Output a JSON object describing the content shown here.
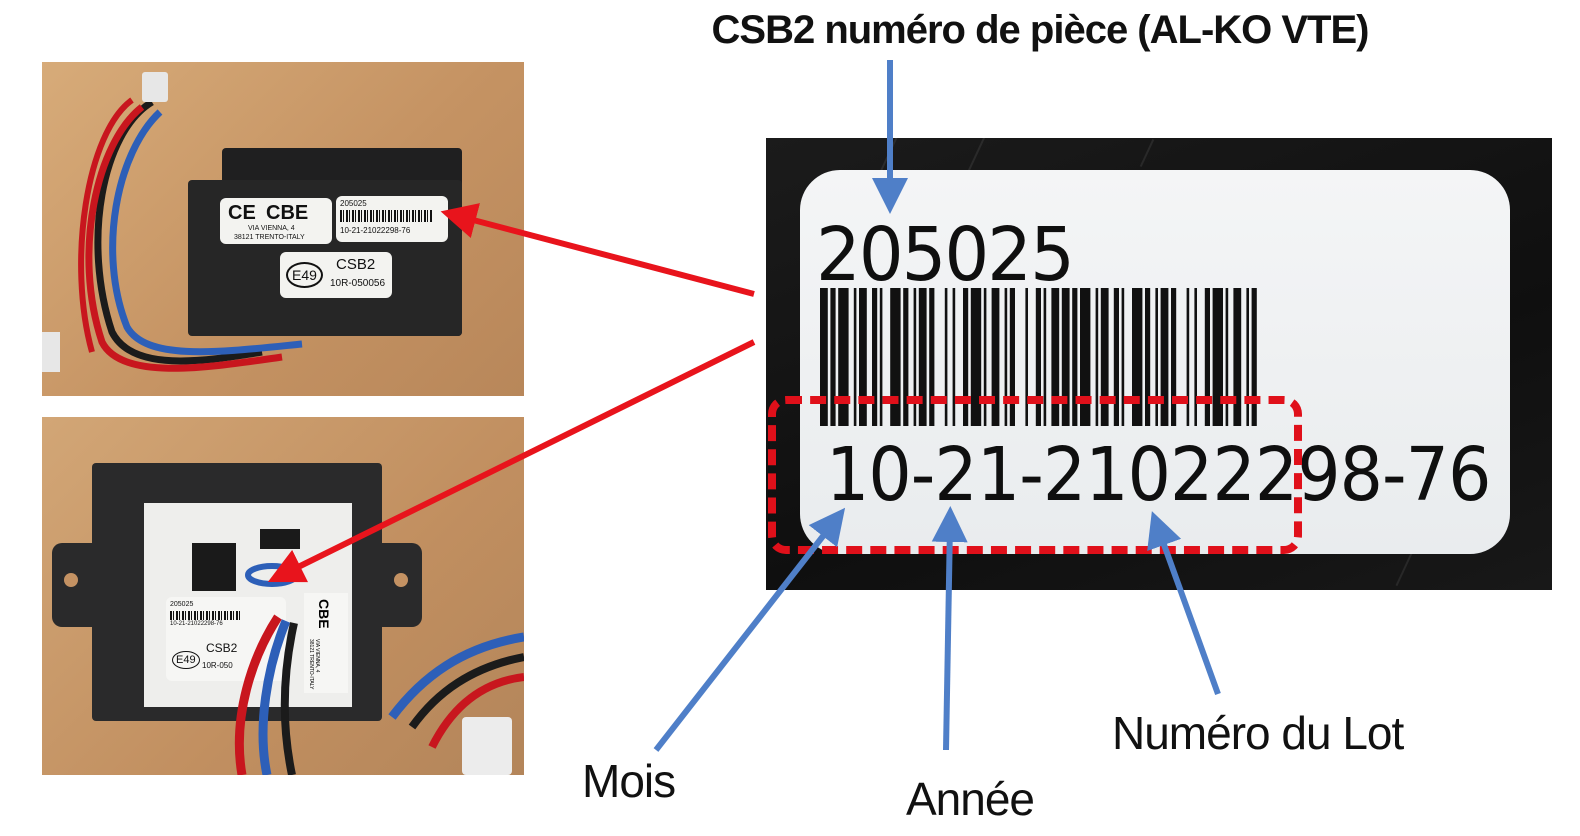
{
  "title": "CSB2 numéro de pièce (AL-KO VTE)",
  "closeup": {
    "part_number": "205025",
    "serial": "10-21-21022298-76"
  },
  "callouts": {
    "month": "Mois",
    "year": "Année",
    "lot": "Numéro du Lot"
  },
  "photo_top_sticker": {
    "ce_mark": "CE",
    "brand": "CBE",
    "address_line1": "VIA VIENNA, 4",
    "address_line2": "38121 TRENTO-ITALY",
    "part_number": "205025",
    "serial": "10-21-21022298-76",
    "e_mark": "E49",
    "model": "CSB2",
    "approval": "10R-050056"
  },
  "photo_bottom_sticker": {
    "part_number": "205025",
    "serial": "10-21-21022298-76",
    "e_mark": "E49",
    "model": "CSB2",
    "approval": "10R-050",
    "brand": "CBE",
    "address_line1": "VIA VIENNA, 4",
    "address_line2": "38121 TRENTO-ITALY"
  },
  "colors": {
    "red_arrow": "#e8141c",
    "blue_arrow": "#4f7fc8",
    "dashed_box": "#e0101a"
  }
}
